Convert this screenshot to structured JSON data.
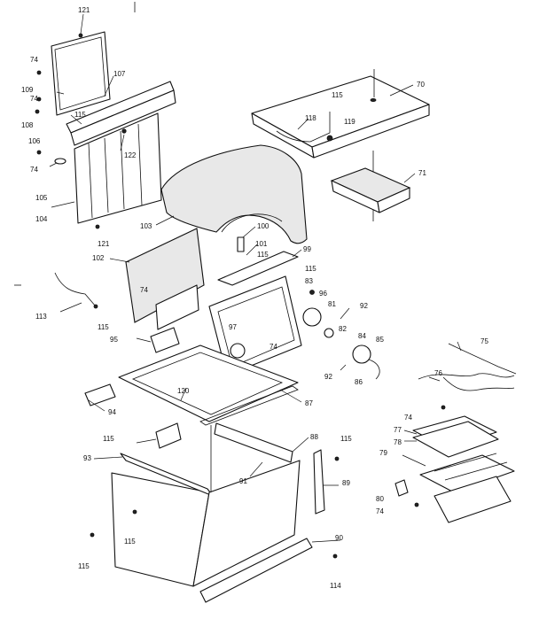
{
  "diagram": {
    "colors": {
      "ink": "#111111",
      "paper": "#ffffff",
      "insulation": "#e8e8e8"
    },
    "callouts": {
      "c121a": "121",
      "c74a": "74",
      "c107": "107",
      "c109": "109",
      "c74b": "74",
      "c108": "108",
      "c115a": "115",
      "c106": "106",
      "c74c": "74",
      "c122": "122",
      "c105": "105",
      "c104": "104",
      "c121b": "121",
      "c70": "70",
      "c115b": "115",
      "c118": "118",
      "c119": "119",
      "c71": "71",
      "c103": "103",
      "c100": "100",
      "c101": "101",
      "c115c": "115",
      "c99": "99",
      "c115d": "115",
      "c102": "102",
      "c74d": "74",
      "c83": "83",
      "c96": "96",
      "c81": "81",
      "c113": "113",
      "c92a": "92",
      "c82": "82",
      "c97": "97",
      "c115e": "115",
      "c95": "95",
      "c74e": "74",
      "c84": "84",
      "c85": "85",
      "c75": "75",
      "c92b": "92",
      "c86": "86",
      "c76": "76",
      "c120": "120",
      "c87": "87",
      "c74f": "74",
      "c94": "94",
      "c77": "77",
      "c78": "78",
      "c115f": "115",
      "c88": "88",
      "c115g": "115",
      "c79": "79",
      "c93": "93",
      "c91": "91",
      "c89": "89",
      "c80": "80",
      "c74g": "74",
      "c115h": "115",
      "c115i": "115",
      "c90": "90",
      "c114": "114"
    }
  }
}
